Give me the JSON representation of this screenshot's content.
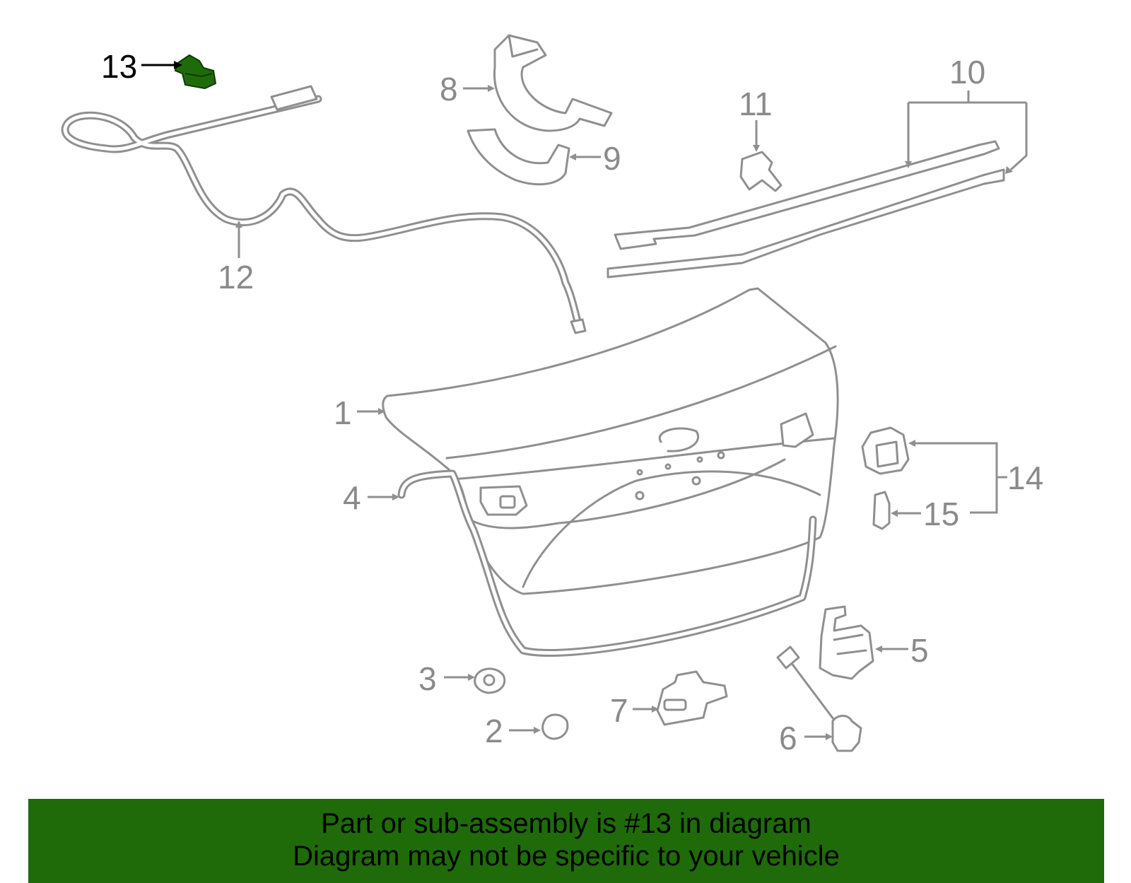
{
  "diagram": {
    "highlight_color": "#1f6b0a",
    "part_stroke_color": "#8f8f8f",
    "callouts": [
      {
        "id": "1",
        "label": "1",
        "highlighted": false
      },
      {
        "id": "2",
        "label": "2",
        "highlighted": false
      },
      {
        "id": "3",
        "label": "3",
        "highlighted": false
      },
      {
        "id": "4",
        "label": "4",
        "highlighted": false
      },
      {
        "id": "5",
        "label": "5",
        "highlighted": false
      },
      {
        "id": "6",
        "label": "6",
        "highlighted": false
      },
      {
        "id": "7",
        "label": "7",
        "highlighted": false
      },
      {
        "id": "8",
        "label": "8",
        "highlighted": false
      },
      {
        "id": "9",
        "label": "9",
        "highlighted": false
      },
      {
        "id": "10",
        "label": "10",
        "highlighted": false
      },
      {
        "id": "11",
        "label": "11",
        "highlighted": false
      },
      {
        "id": "12",
        "label": "12",
        "highlighted": false
      },
      {
        "id": "13",
        "label": "13",
        "highlighted": true
      },
      {
        "id": "14",
        "label": "14",
        "highlighted": false
      },
      {
        "id": "15",
        "label": "15",
        "highlighted": false
      }
    ]
  },
  "banner": {
    "background": "#1f6b0a",
    "line1": "Part or sub-assembly is #13 in diagram",
    "line2": "Diagram may not be specific to your vehicle"
  }
}
